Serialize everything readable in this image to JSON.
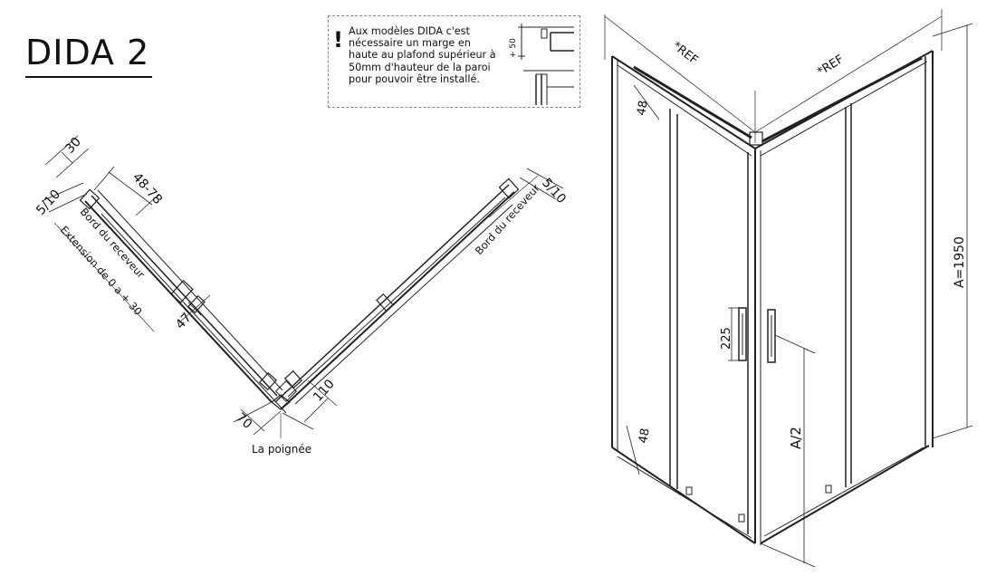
{
  "title": "DIDA 2",
  "note": {
    "text": "Aux modèles DIDA c'est nécessaire un marge en haute au plafond supérieur à 50mm d'hauteur de la paroi pour pouvoir être installé.",
    "detail_label": "+ 50"
  },
  "plan": {
    "dim_30": "30",
    "dim_48_78": "48-78",
    "dim_5_10_left": "5/10",
    "dim_5_10_right": "5/10",
    "label_bord_left": "Bord du receveur",
    "label_extension": "Extension de 0 a + 30",
    "label_bord_right": "Bord du receveur",
    "dim_47": "47",
    "dim_70": "70",
    "dim_110": "110",
    "label_handle": "La poignée"
  },
  "elevation": {
    "ref_left": "*REF",
    "ref_right": "*REF",
    "dim_48_top": "48",
    "dim_48_bottom": "48",
    "dim_225": "225",
    "dim_a_half": "A/2",
    "dim_a": "A=1950"
  }
}
